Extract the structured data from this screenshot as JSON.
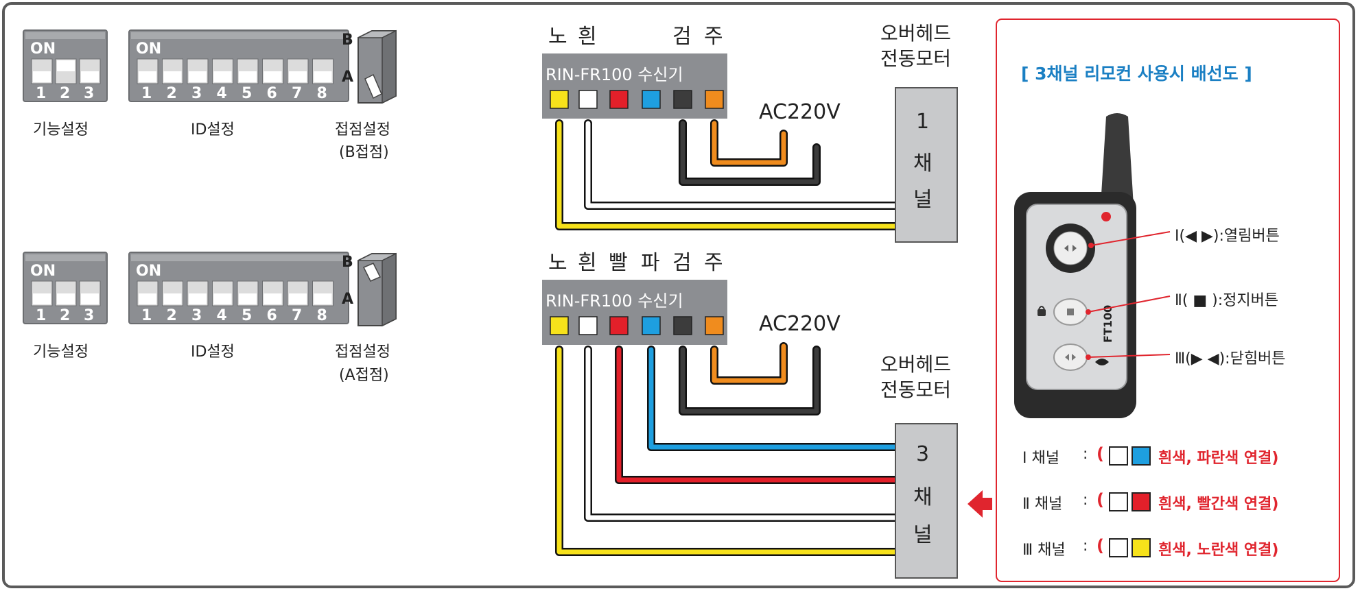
{
  "colors": {
    "yellow": "#f7e21b",
    "white": "#ffffff",
    "red": "#e3202a",
    "blue": "#1e9fe0",
    "black": "#3c3c3c",
    "orange": "#f08c1e",
    "panel": "#8c8e92",
    "accent_red": "#e0252e",
    "title_blue": "#1a7fc3"
  },
  "top_section": {
    "dip_function": {
      "on": "ON",
      "nums": [
        "1",
        "2",
        "3"
      ],
      "label": "기능설정"
    },
    "dip_id": {
      "on": "ON",
      "nums": [
        "1",
        "2",
        "3",
        "4",
        "5",
        "6",
        "7",
        "8"
      ],
      "label": "ID설정"
    },
    "contact": {
      "b": "B",
      "a": "A",
      "label": "접점설정",
      "sub": "(B접점)"
    },
    "wire_labels": [
      "노",
      "흰",
      "검",
      "주"
    ],
    "receiver": "RIN-FR100 수신기",
    "ac": "AC220V",
    "motor_title": [
      "오버헤드",
      "전동모터"
    ],
    "motor_box": [
      "1",
      "채",
      "널"
    ]
  },
  "bottom_section": {
    "dip_function": {
      "on": "ON",
      "nums": [
        "1",
        "2",
        "3"
      ],
      "label": "기능설정"
    },
    "dip_id": {
      "on": "ON",
      "nums": [
        "1",
        "2",
        "3",
        "4",
        "5",
        "6",
        "7",
        "8"
      ],
      "label": "ID설정"
    },
    "contact": {
      "b": "B",
      "a": "A",
      "label": "접점설정",
      "sub": "(A접점)"
    },
    "wire_labels": [
      "노",
      "흰",
      "빨",
      "파",
      "검",
      "주"
    ],
    "receiver": "RIN-FR100 수신기",
    "ac": "AC220V",
    "motor_title": [
      "오버헤드",
      "전동모터"
    ],
    "motor_box": [
      "3",
      "채",
      "널"
    ]
  },
  "remote_panel": {
    "title": "[ 3채널 리모컨 사용시 배선도 ]",
    "model": "FT100",
    "buttons": [
      {
        "label": "Ⅰ(◀ ▶):열림버튼"
      },
      {
        "label": "Ⅱ( ■ ):정지버튼"
      },
      {
        "label": "Ⅲ(▶ ◀):닫힘버튼"
      }
    ],
    "channels": [
      {
        "ch": "Ⅰ 채널",
        "colon": ":",
        "open": "(",
        "text": "흰색, 파란색 연결)",
        "c1": "white",
        "c2": "blue"
      },
      {
        "ch": "Ⅱ 채널",
        "colon": ":",
        "open": "(",
        "text": "흰색, 빨간색 연결)",
        "c1": "white",
        "c2": "red"
      },
      {
        "ch": "Ⅲ 채널",
        "colon": ":",
        "open": "(",
        "text": "흰색, 노란색 연결)",
        "c1": "white",
        "c2": "yellow"
      }
    ]
  }
}
